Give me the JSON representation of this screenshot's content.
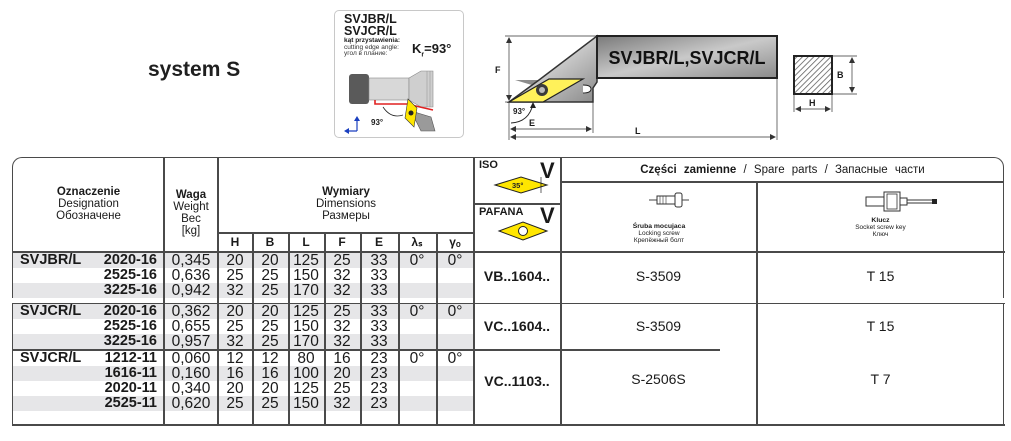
{
  "page": {
    "title": "system S"
  },
  "diagram_card": {
    "title_line1": "SVJBR/L",
    "title_line2": "SVJCR/L",
    "angle_label_pl": "kąt przystawienia:",
    "angle_label_en": "cutting edge angle:",
    "angle_label_ru": "угол в плание:",
    "kr_symbol": "K",
    "kr_sub": "r",
    "kr_value": "=93°",
    "angle_text": "93°"
  },
  "tool_drawing": {
    "label": "SVJBR/L,SVJCR/L",
    "dim_F": "F",
    "dim_E": "E",
    "dim_L": "L",
    "dim_B": "B",
    "dim_H": "H",
    "angle": "93°"
  },
  "table": {
    "header": {
      "designation": {
        "pl": "Oznaczenie",
        "en": "Designation",
        "ru": "Обозначене"
      },
      "weight": {
        "pl": "Waga",
        "en": "Weight",
        "ru": "Вес",
        "unit": "[kg]"
      },
      "dimensions": {
        "pl": "Wymiary",
        "en": "Dimensions",
        "ru": "Размеры"
      },
      "columns": [
        "H",
        "B",
        "L",
        "F",
        "E",
        "λₛ",
        "γₒ"
      ],
      "iso_label": "ISO",
      "iso_letter": "V",
      "iso_angle": "35°",
      "pafana_label": "PAFANA",
      "pafana_letter": "V",
      "spare_parts": {
        "pl": "Części   zamienne",
        "sep1": "/",
        "en": "Spare   parts",
        "sep2": "/",
        "ru": "Запасные   части"
      },
      "screw": {
        "pl": "Śruba   mocujaca",
        "en": "Locking   screw",
        "ru": "Крепёжный   болт"
      },
      "key": {
        "pl": "Klucz",
        "en": "Socket   screw   key",
        "ru": "Ключ"
      }
    },
    "groups": [
      {
        "name": "SVJBR/L",
        "insert": "VB..1604..",
        "screw": "S-3509",
        "key": "T 15",
        "lambda": "0°",
        "gamma": "0°",
        "rows": [
          {
            "code": "2020-16",
            "weight": "0,345",
            "H": "20",
            "B": "20",
            "L": "125",
            "F": "25",
            "E": "33"
          },
          {
            "code": "2525-16",
            "weight": "0,636",
            "H": "25",
            "B": "25",
            "L": "150",
            "F": "32",
            "E": "33"
          },
          {
            "code": "3225-16",
            "weight": "0,942",
            "H": "32",
            "B": "25",
            "L": "170",
            "F": "32",
            "E": "33"
          }
        ]
      },
      {
        "name": "SVJCR/L",
        "insert": "VC..1604..",
        "screw": "S-3509",
        "key": "T 15",
        "lambda": "0°",
        "gamma": "0°",
        "rows": [
          {
            "code": "2020-16",
            "weight": "0,362",
            "H": "20",
            "B": "20",
            "L": "125",
            "F": "25",
            "E": "33"
          },
          {
            "code": "2525-16",
            "weight": "0,655",
            "H": "25",
            "B": "25",
            "L": "150",
            "F": "32",
            "E": "33"
          },
          {
            "code": "3225-16",
            "weight": "0,957",
            "H": "32",
            "B": "25",
            "L": "170",
            "F": "32",
            "E": "33"
          }
        ]
      },
      {
        "name": "SVJCR/L",
        "insert": "VC..1103..",
        "screw": "S-2506S",
        "key": "T 7",
        "lambda": "0°",
        "gamma": "0°",
        "rows": [
          {
            "code": "1212-11",
            "weight": "0,060",
            "H": "12",
            "B": "12",
            "L": "80",
            "F": "16",
            "E": "23"
          },
          {
            "code": "1616-11",
            "weight": "0,160",
            "H": "16",
            "B": "16",
            "L": "100",
            "F": "20",
            "E": "23"
          },
          {
            "code": "2020-11",
            "weight": "0,340",
            "H": "20",
            "B": "20",
            "L": "125",
            "F": "25",
            "E": "23"
          },
          {
            "code": "2525-11",
            "weight": "0,620",
            "H": "25",
            "B": "25",
            "L": "150",
            "F": "32",
            "E": "23"
          }
        ]
      }
    ]
  }
}
